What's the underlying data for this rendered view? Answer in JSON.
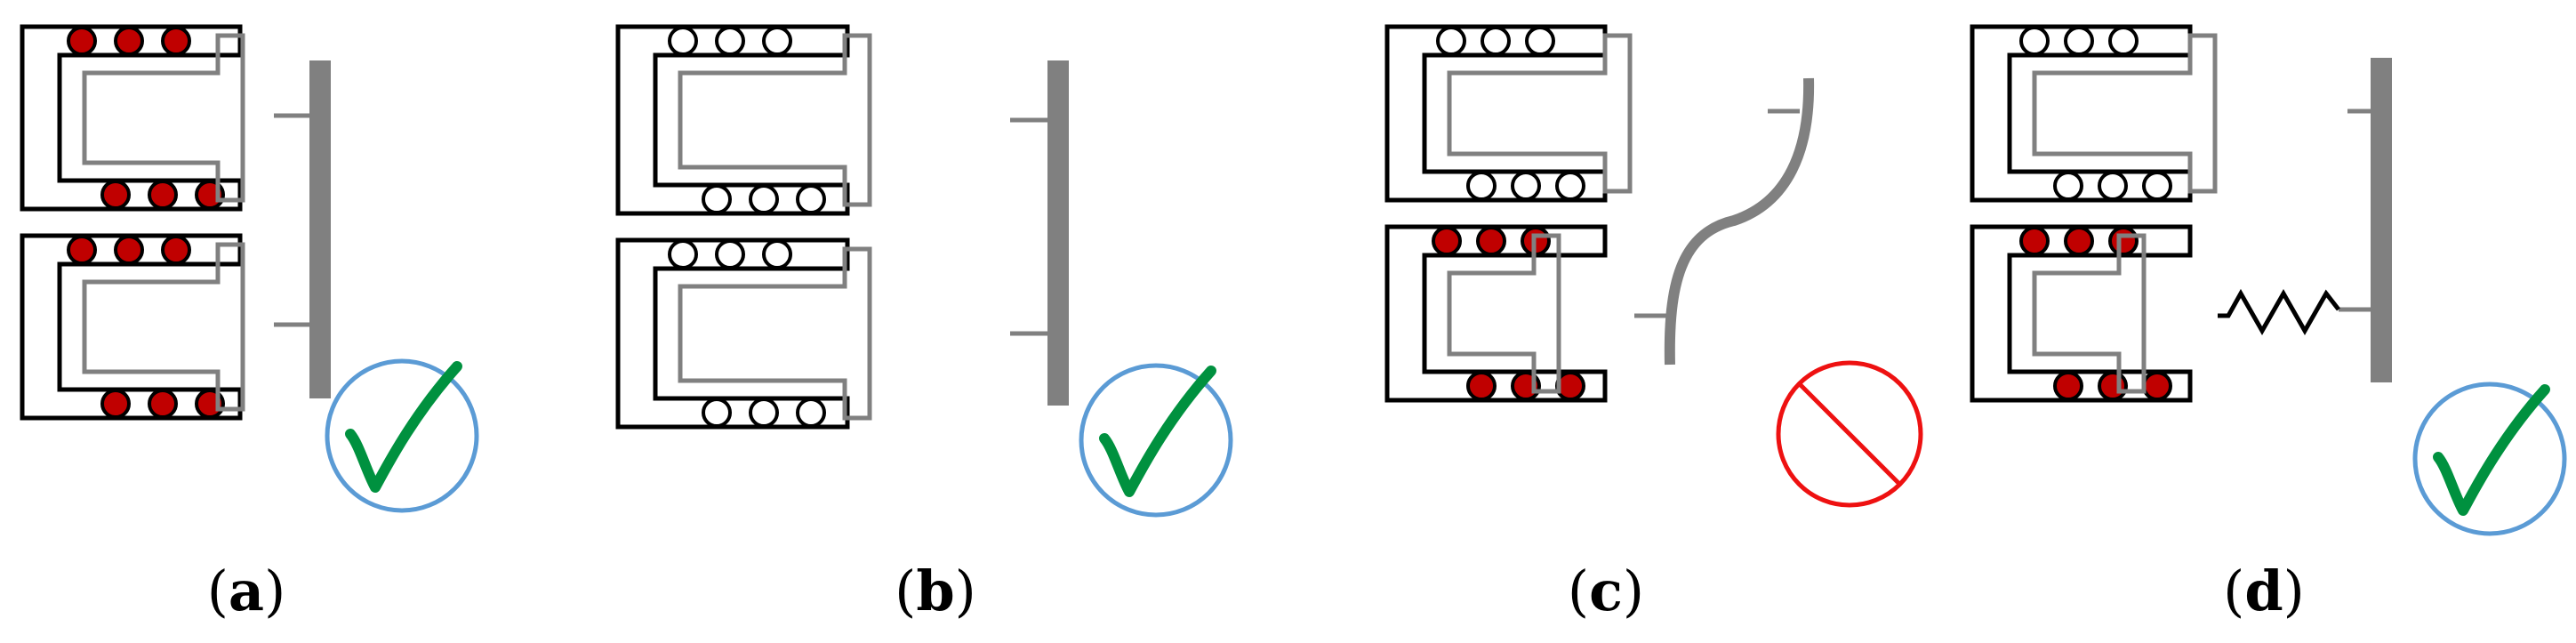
{
  "panels": [
    {
      "id": "a",
      "label": "a",
      "coil_top": "energized",
      "coil_bottom": "energized",
      "connection": "rigid",
      "status": "ok"
    },
    {
      "id": "b",
      "label": "b",
      "coil_top": "off",
      "coil_bottom": "off",
      "connection": "rigid",
      "status": "ok"
    },
    {
      "id": "c",
      "label": "c",
      "coil_top": "off",
      "coil_bottom": "energized",
      "connection": "bent-plate",
      "status": "not-allowed"
    },
    {
      "id": "d",
      "label": "d",
      "coil_top": "off",
      "coil_bottom": "energized",
      "connection": "spring",
      "status": "ok"
    }
  ],
  "colors": {
    "core": "#000000",
    "armature": "#808080",
    "coil_energized": "#c00000",
    "coil_off": "#ffffff",
    "check_circle": "#5b9bd5",
    "check_mark": "#00913f",
    "prohibit": "#ee1111"
  },
  "icons": {
    "ok": "checkmark-icon",
    "not-allowed": "prohibited-icon"
  }
}
